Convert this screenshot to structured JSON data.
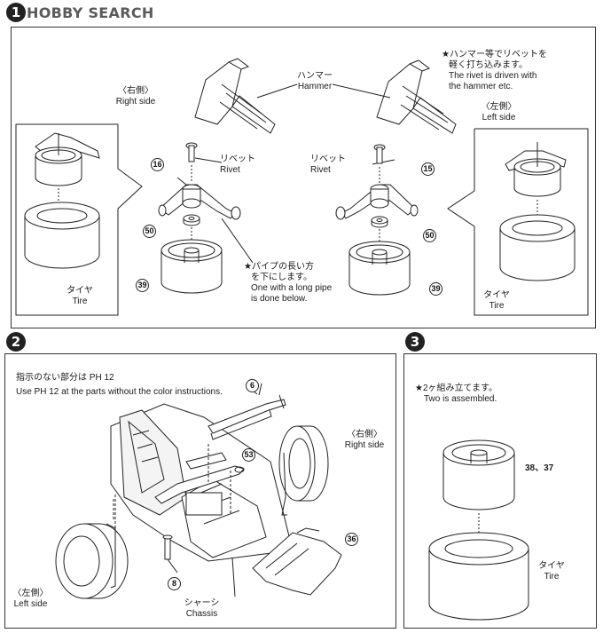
{
  "watermark": {
    "logo_text": "HOBBY SEARCH"
  },
  "step1": {
    "number": "1",
    "hammer_note": [
      "★ハンマー等でリベットを",
      "軽く打ち込みます。",
      "The rivet is driven with",
      "the hammer etc."
    ],
    "hammer_label": [
      "ハンマー",
      "Hammer"
    ],
    "right_side": [
      "〈右側〉",
      "Right side"
    ],
    "left_side": [
      "〈左側〉",
      "Left side"
    ],
    "rivet_left": [
      "リベット",
      "Rivet"
    ],
    "rivet_right": [
      "リベット",
      "Rivet"
    ],
    "pipe_note": [
      "★パイプの長い方",
      "を下にします。",
      "One with a long pipe",
      "is done below."
    ],
    "tire_left": [
      "タイヤ",
      "Tire"
    ],
    "tire_right": [
      "タイヤ",
      "Tire"
    ],
    "parts": {
      "p16": "16",
      "p15": "15",
      "p50a": "50",
      "p50b": "50",
      "p39a": "39",
      "p39b": "39"
    }
  },
  "step2": {
    "number": "2",
    "instruction": [
      "指示のない部分は PH 12",
      "Use PH 12 at the parts without the color instructions."
    ],
    "right_side": [
      "〈右側〉",
      "Right side"
    ],
    "left_side": [
      "〈左側〉",
      "Left side"
    ],
    "chassis": [
      "シャーシ",
      "Chassis"
    ],
    "parts": {
      "p6": "6",
      "p53": "53",
      "p36": "36",
      "p8": "8"
    }
  },
  "step3": {
    "number": "3",
    "note": [
      "★2ヶ組み立てます。",
      "Two is assembled."
    ],
    "parts_label": "38、37",
    "tire": [
      "タイヤ",
      "Tire"
    ]
  }
}
